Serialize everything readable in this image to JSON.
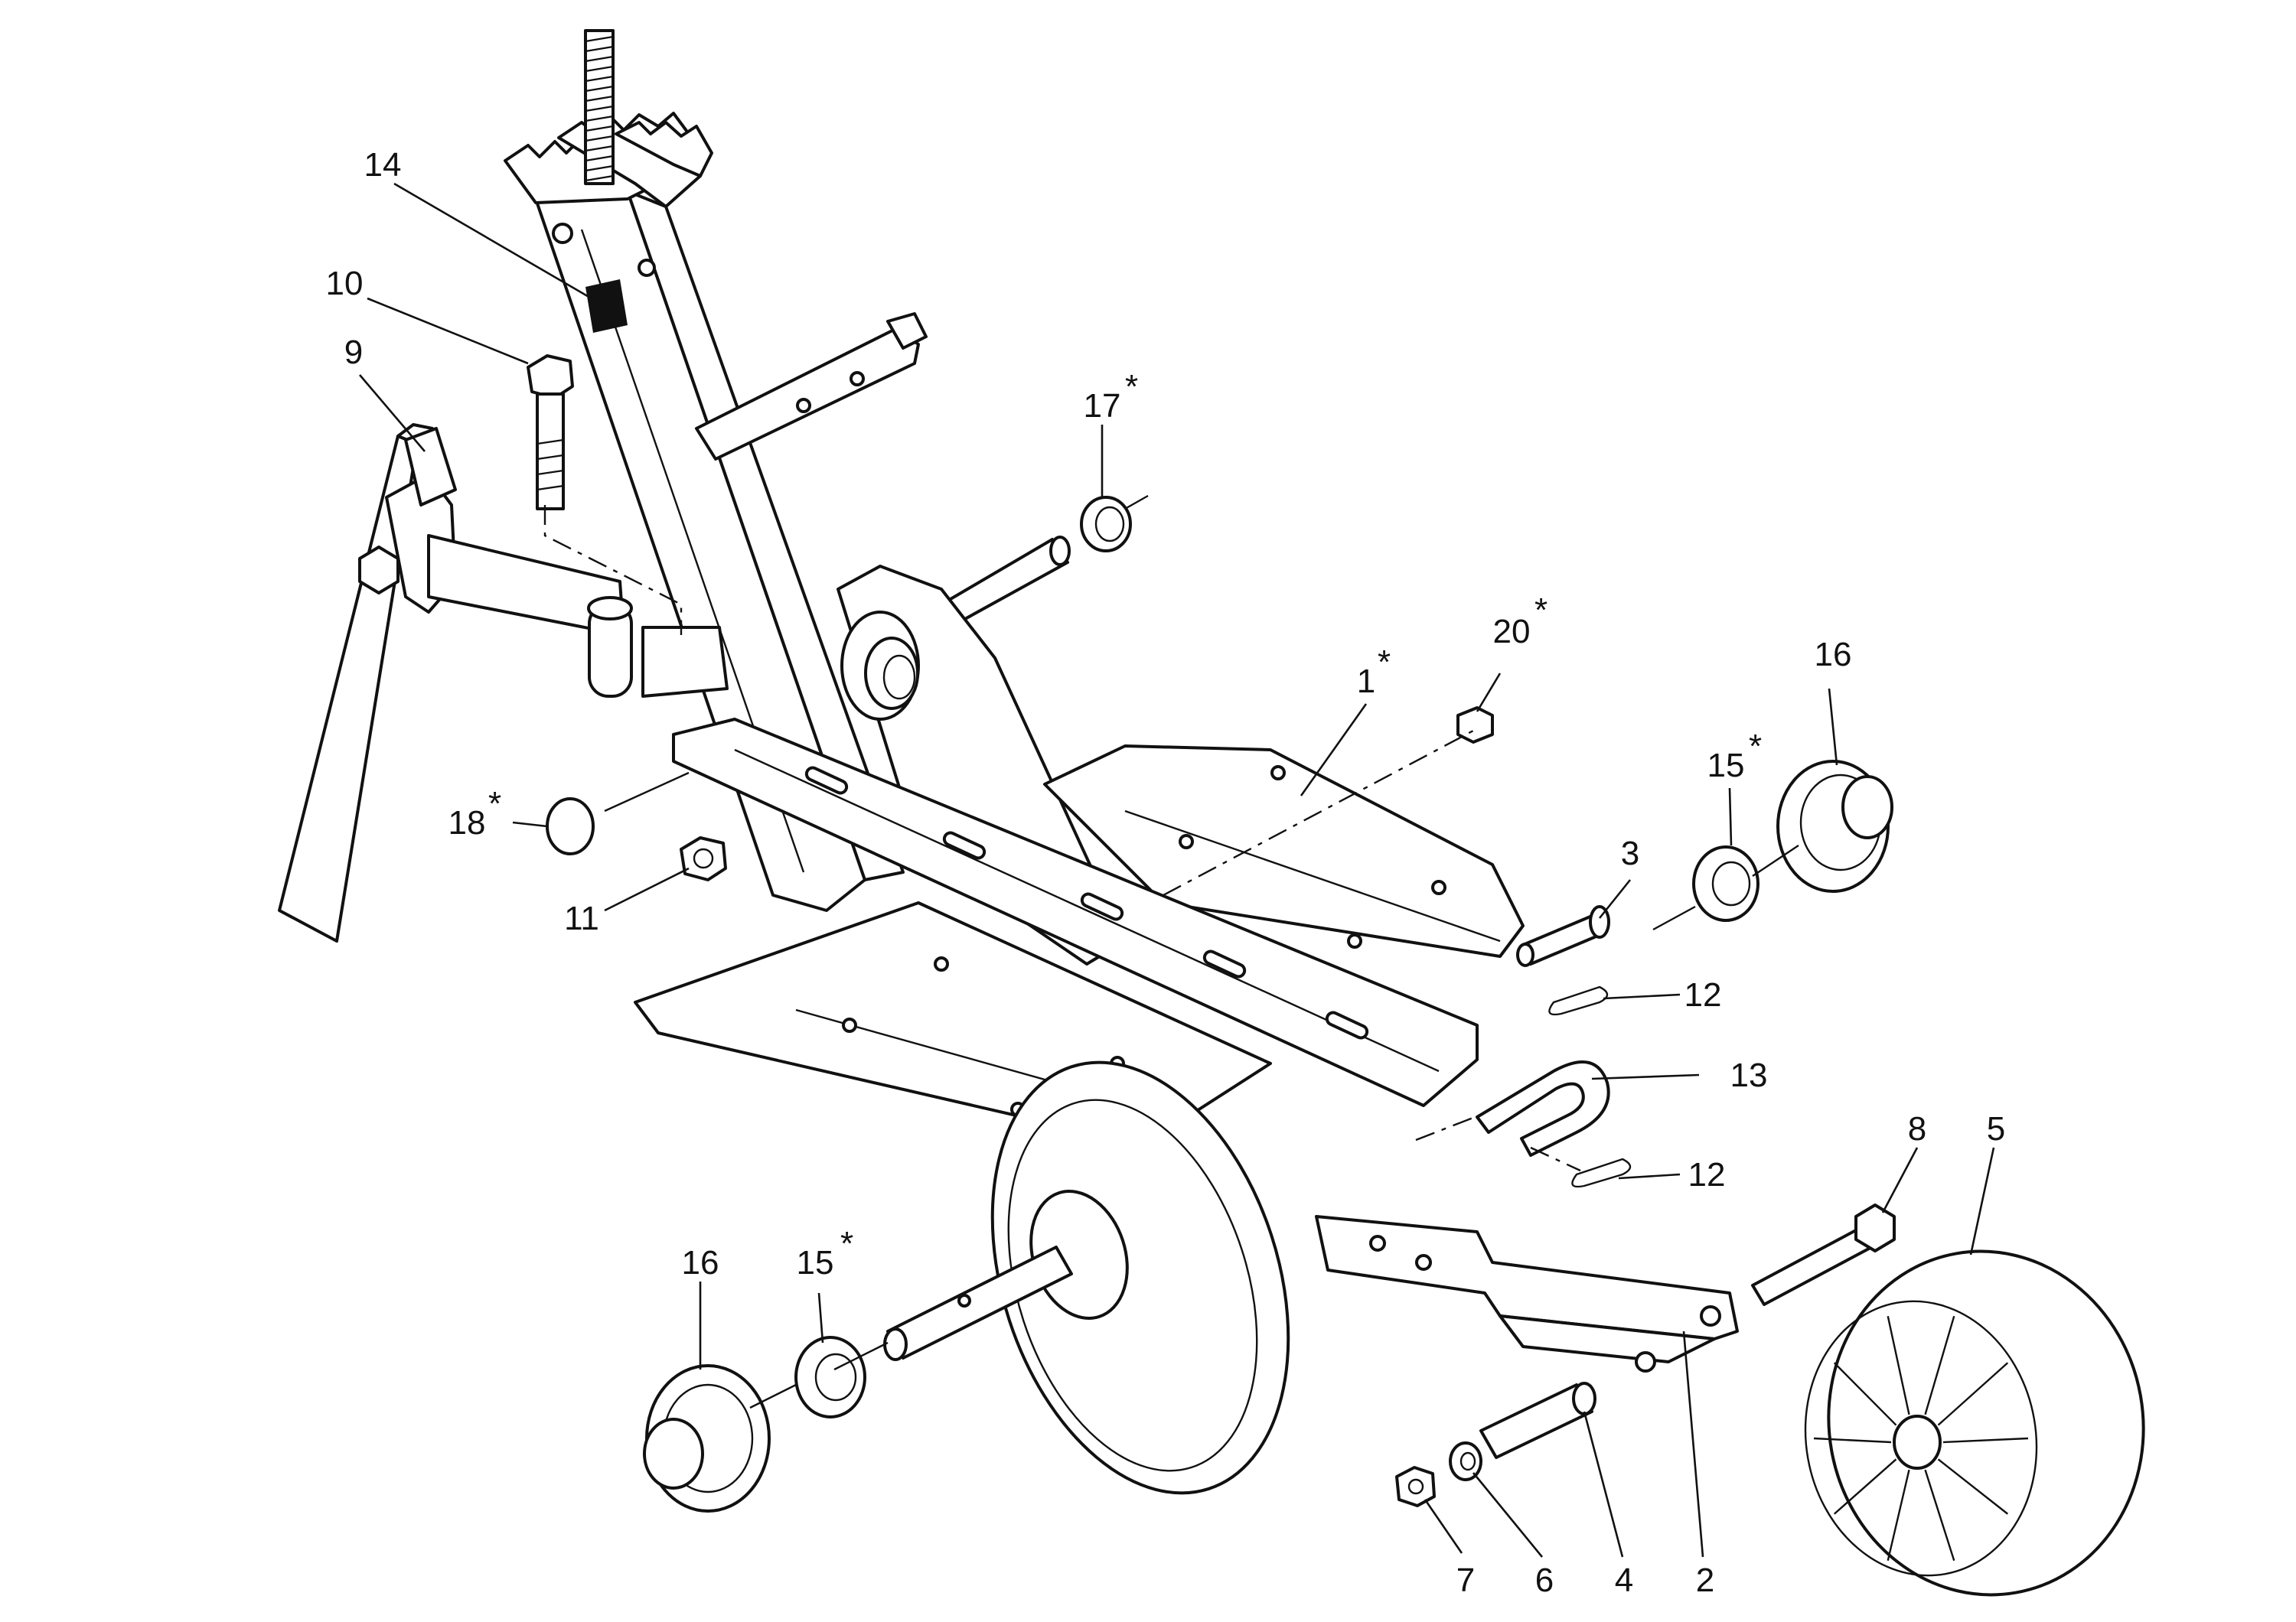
{
  "diagram": {
    "callouts": [
      {
        "id": "c1",
        "text": "1",
        "star": "*"
      },
      {
        "id": "c2",
        "text": "2",
        "star": ""
      },
      {
        "id": "c3",
        "text": "3",
        "star": ""
      },
      {
        "id": "c4",
        "text": "4",
        "star": ""
      },
      {
        "id": "c5",
        "text": "5",
        "star": ""
      },
      {
        "id": "c6",
        "text": "6",
        "star": ""
      },
      {
        "id": "c7",
        "text": "7",
        "star": ""
      },
      {
        "id": "c8",
        "text": "8",
        "star": ""
      },
      {
        "id": "c9",
        "text": "9",
        "star": ""
      },
      {
        "id": "c10",
        "text": "10",
        "star": ""
      },
      {
        "id": "c11",
        "text": "11",
        "star": ""
      },
      {
        "id": "c12a",
        "text": "12",
        "star": ""
      },
      {
        "id": "c12b",
        "text": "12",
        "star": ""
      },
      {
        "id": "c13",
        "text": "13",
        "star": ""
      },
      {
        "id": "c14",
        "text": "14",
        "star": ""
      },
      {
        "id": "c15a",
        "text": "15",
        "star": "*"
      },
      {
        "id": "c15b",
        "text": "15",
        "star": "*"
      },
      {
        "id": "c16a",
        "text": "16",
        "star": ""
      },
      {
        "id": "c16b",
        "text": "16",
        "star": ""
      },
      {
        "id": "c17",
        "text": "17",
        "star": "*"
      },
      {
        "id": "c18",
        "text": "18",
        "star": "*"
      },
      {
        "id": "c20",
        "text": "20",
        "star": "*"
      }
    ]
  }
}
